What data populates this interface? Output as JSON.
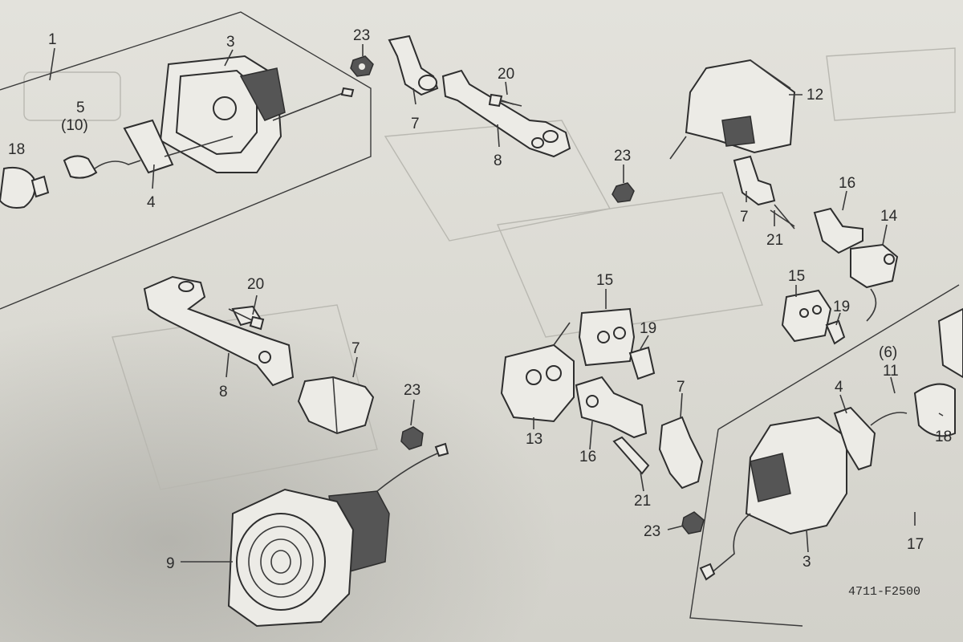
{
  "diagram": {
    "drawing_code": "4711-F2500",
    "callouts": {
      "c1": "1",
      "c3a": "3",
      "c5": "5",
      "c5alt": "(10)",
      "c18a": "18",
      "c4a": "4",
      "c23a": "23",
      "c7a": "7",
      "c20a": "20",
      "c8a": "8",
      "c23b": "23",
      "c12": "12",
      "c16a": "16",
      "c7b": "7",
      "c21a": "21",
      "c14": "14",
      "c20b": "20",
      "c8b": "8",
      "c7c": "7",
      "c23c": "23",
      "c15a": "15",
      "c19a": "19",
      "c13": "13",
      "c16b": "16",
      "c7d": "7",
      "c21b": "21",
      "c23d": "23",
      "c15b": "15",
      "c19b": "19",
      "c6": "(6)",
      "c11": "11",
      "c4b": "4",
      "c18b": "18",
      "c17": "17",
      "c3b": "3",
      "c9": "9"
    }
  }
}
